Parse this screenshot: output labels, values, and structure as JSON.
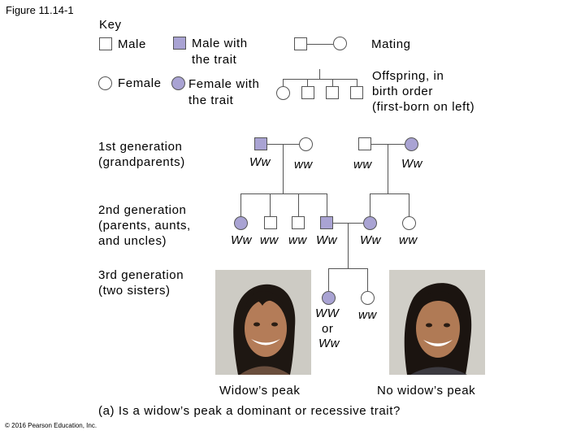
{
  "figure_label": "Figure 11.14-1",
  "key": {
    "title": "Key",
    "male": "Male",
    "male_trait": [
      "Male with",
      "the trait"
    ],
    "female": "Female",
    "female_trait": [
      "Female with",
      "the trait"
    ],
    "mating": "Mating",
    "offspring": [
      "Offspring, in",
      "birth order",
      "(first-born on left)"
    ]
  },
  "generations": {
    "g1": [
      "1st generation",
      "(grandparents)"
    ],
    "g2": [
      "2nd generation",
      "(parents, aunts,",
      "and uncles)"
    ],
    "g3": [
      "3rd generation",
      "(two sisters)"
    ]
  },
  "genotypes": {
    "g1_left_male": "Ww",
    "g1_left_female": "ww",
    "g1_right_male": "ww",
    "g1_right_female": "Ww",
    "g2_children": [
      "Ww",
      "ww",
      "ww",
      "Ww"
    ],
    "g2_spouse": "Ww",
    "g2_right_female": "ww",
    "g3_left": [
      "WW",
      "or",
      "Ww"
    ],
    "g3_right": "ww"
  },
  "photo_captions": {
    "left": "Widow’s peak",
    "right": "No widow’s peak"
  },
  "question": "(a) Is a widow’s peak a dominant or recessive trait?",
  "copyright": "© 2016 Pearson Education, Inc.",
  "colors": {
    "affected": "#a9a3d3",
    "line": "#555555"
  }
}
